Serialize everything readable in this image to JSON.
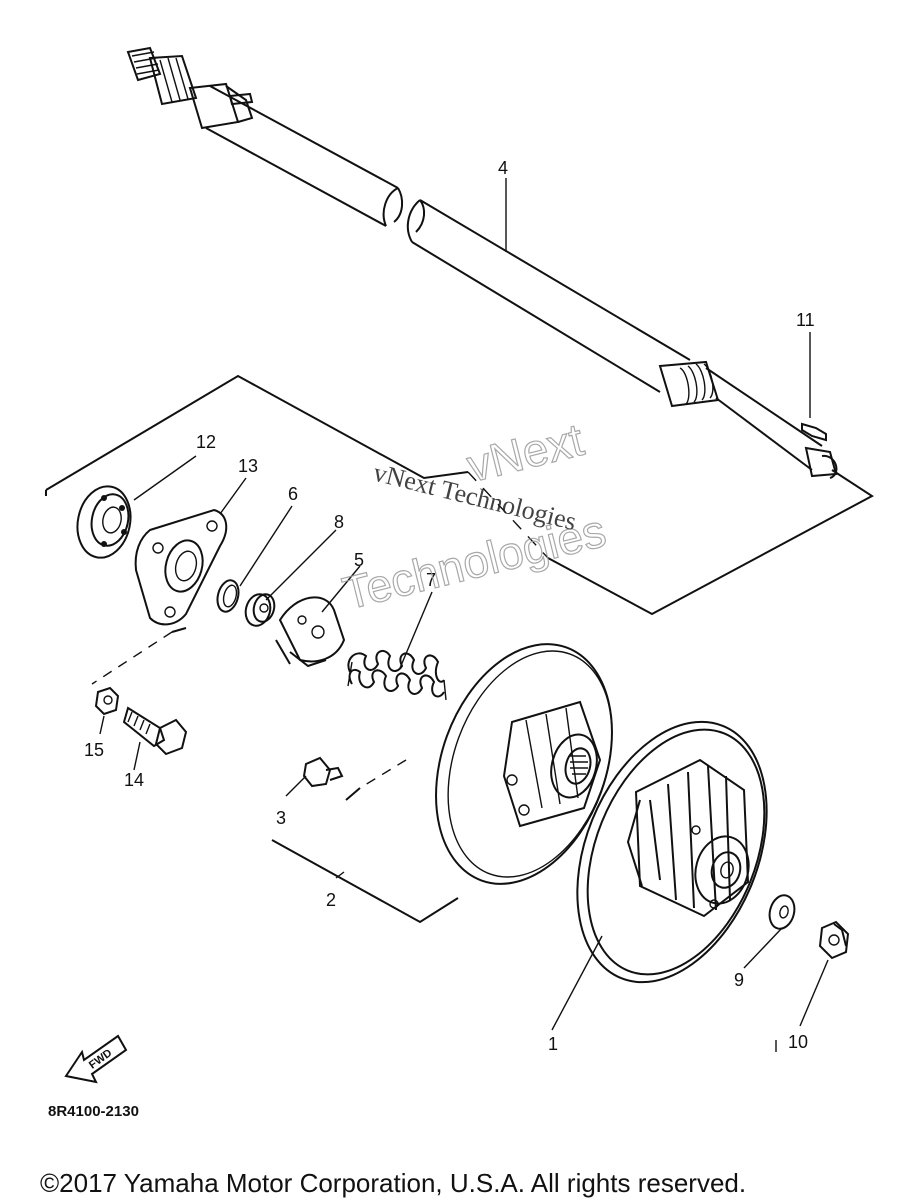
{
  "diagram": {
    "callouts": [
      "1",
      "2",
      "3",
      "4",
      "5",
      "6",
      "7",
      "8",
      "9",
      "10",
      "11",
      "12",
      "13",
      "14",
      "15"
    ],
    "fwd_label": "FWD",
    "reference_code": "8R4100-2130",
    "watermark_line1": "vNext Technologies",
    "watermark_line2a": "vNext",
    "watermark_line2b": "Technologies",
    "copyright": "©2017 Yamaha Motor Corporation, U.S.A. All rights reserved."
  }
}
